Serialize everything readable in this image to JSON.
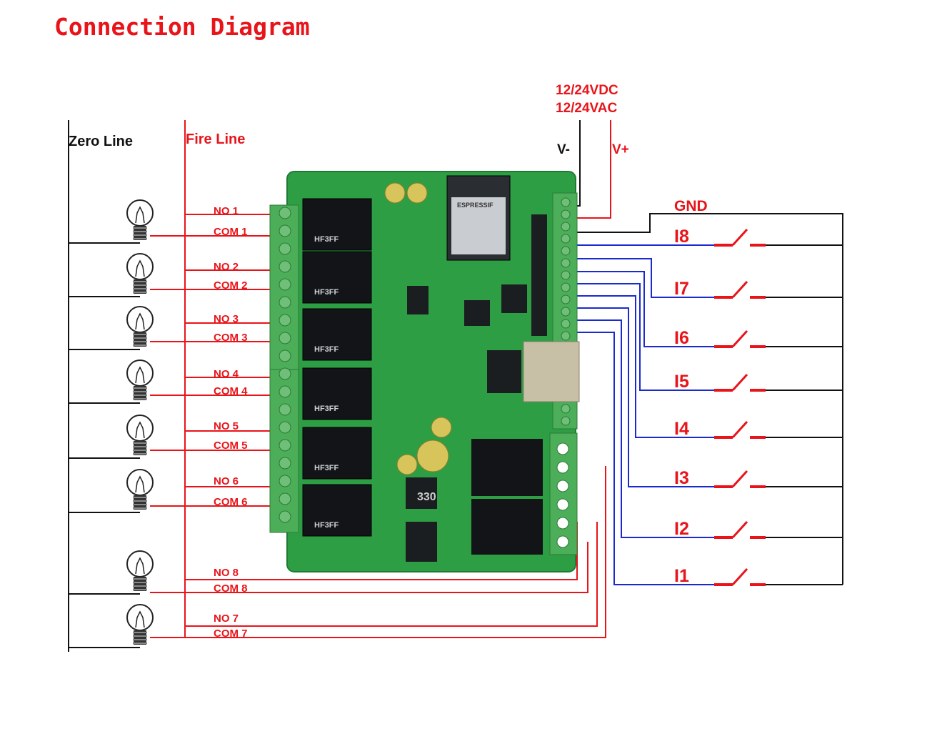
{
  "title": "Connection Diagram",
  "colors": {
    "title": "#e8141a",
    "fire": "#e8141a",
    "input": "#1a2ad0",
    "zero": "#111111",
    "board": "#2e9e45"
  },
  "labels": {
    "zero_line": "Zero Line",
    "fire_line": "Fire Line",
    "power_dc": "12/24VDC",
    "power_ac": "12/24VAC",
    "v_minus": "V-",
    "v_plus": "V+",
    "gnd": "GND"
  },
  "relays": [
    {
      "no": "NO 1",
      "com": "COM 1"
    },
    {
      "no": "NO 2",
      "com": "COM 2"
    },
    {
      "no": "NO 3",
      "com": "COM 3"
    },
    {
      "no": "NO 4",
      "com": "COM 4"
    },
    {
      "no": "NO 5",
      "com": "COM 5"
    },
    {
      "no": "NO 6",
      "com": "COM 6"
    },
    {
      "no": "NO 8",
      "com": "COM 8"
    },
    {
      "no": "NO 7",
      "com": "COM 7"
    }
  ],
  "inputs": [
    "I8",
    "I7",
    "I6",
    "I5",
    "I4",
    "I3",
    "I2",
    "I1"
  ],
  "board": {
    "module_brand": "ESPRESSIF",
    "relay_model": "HF3FF",
    "inductor_marking": "330"
  }
}
